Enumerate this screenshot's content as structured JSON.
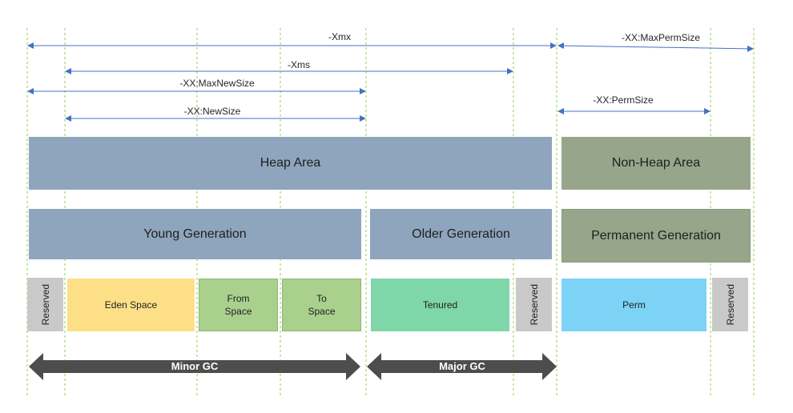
{
  "dimensions": {
    "xmx": "-Xmx",
    "xms": "-Xms",
    "max_new_size": "-XX:MaxNewSize",
    "new_size": "-XX:NewSize",
    "max_perm_size": "-XX:MaxPermSize",
    "perm_size": "-XX:PermSize"
  },
  "areas": {
    "heap": "Heap Area",
    "non_heap": "Non-Heap Area"
  },
  "generations": {
    "young": "Young Generation",
    "older": "Older Generation",
    "permanent": "Permanent Generation"
  },
  "spaces": {
    "reserved": "Reserved",
    "eden": "Eden Space",
    "from": "From\nSpace",
    "to": "To\nSpace",
    "tenured": "Tenured",
    "perm": "Perm"
  },
  "gc": {
    "minor": "Minor GC",
    "major": "Major GC"
  },
  "colors": {
    "heap": "#8ea5bd",
    "non_heap": "#97a68a",
    "reserved": "#c9c9c9",
    "eden": "#fddf87",
    "from_to": "#aad08e",
    "tenured": "#7fd6a8",
    "perm": "#7dd3f5",
    "arrow": "#4472c4",
    "gc_arrow": "#4d4d4d",
    "guide": "#92d050"
  }
}
